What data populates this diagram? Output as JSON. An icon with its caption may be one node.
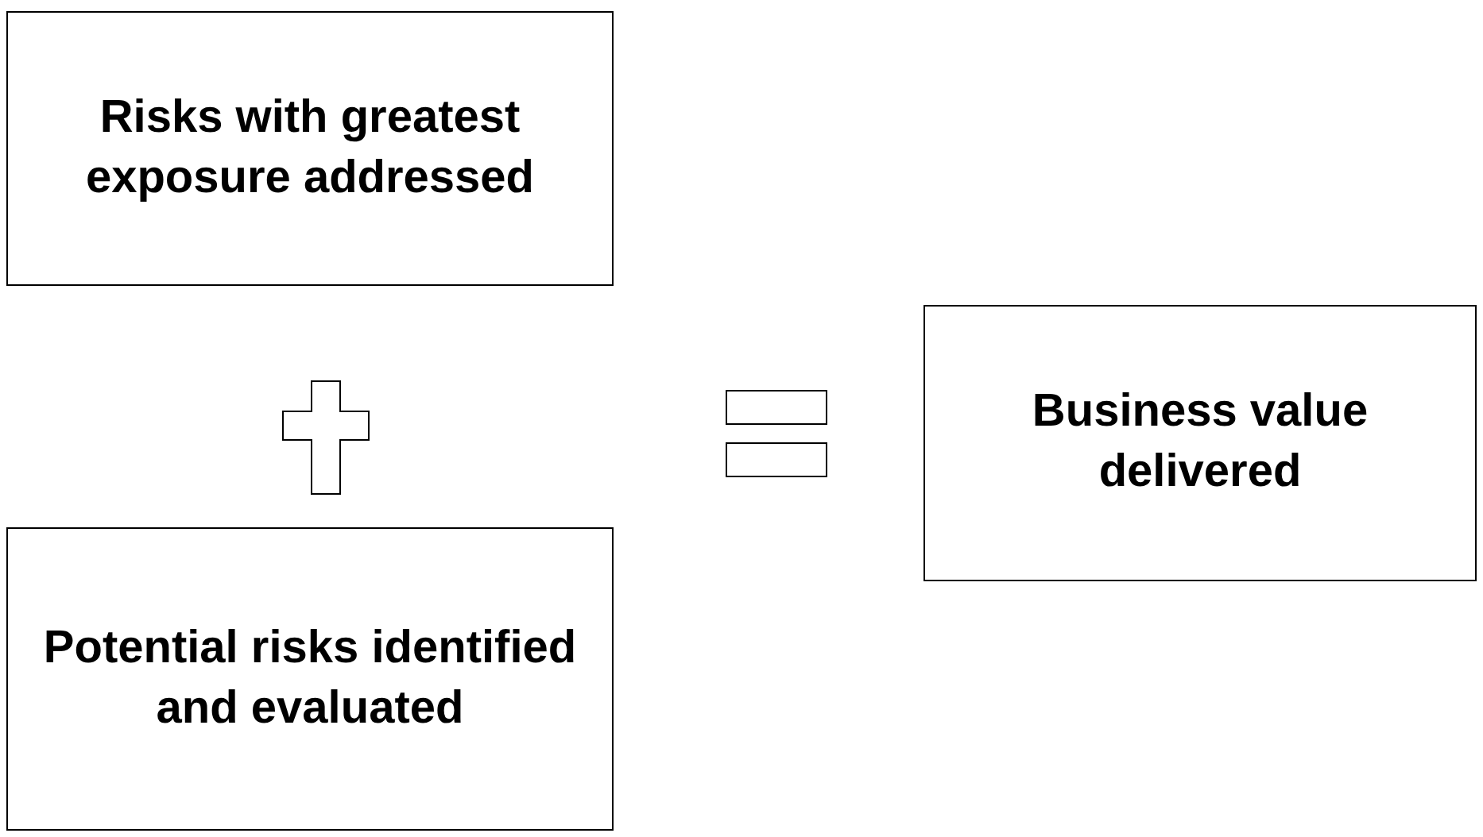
{
  "diagram": {
    "nodes": [
      {
        "text": [
          "Risks with greatest exposure addressed"
        ]
      },
      {
        "text": [
          "Business value delivered"
        ]
      },
      {
        "text": [
          "Potential risks identified and evaluated"
        ]
      }
    ]
  }
}
